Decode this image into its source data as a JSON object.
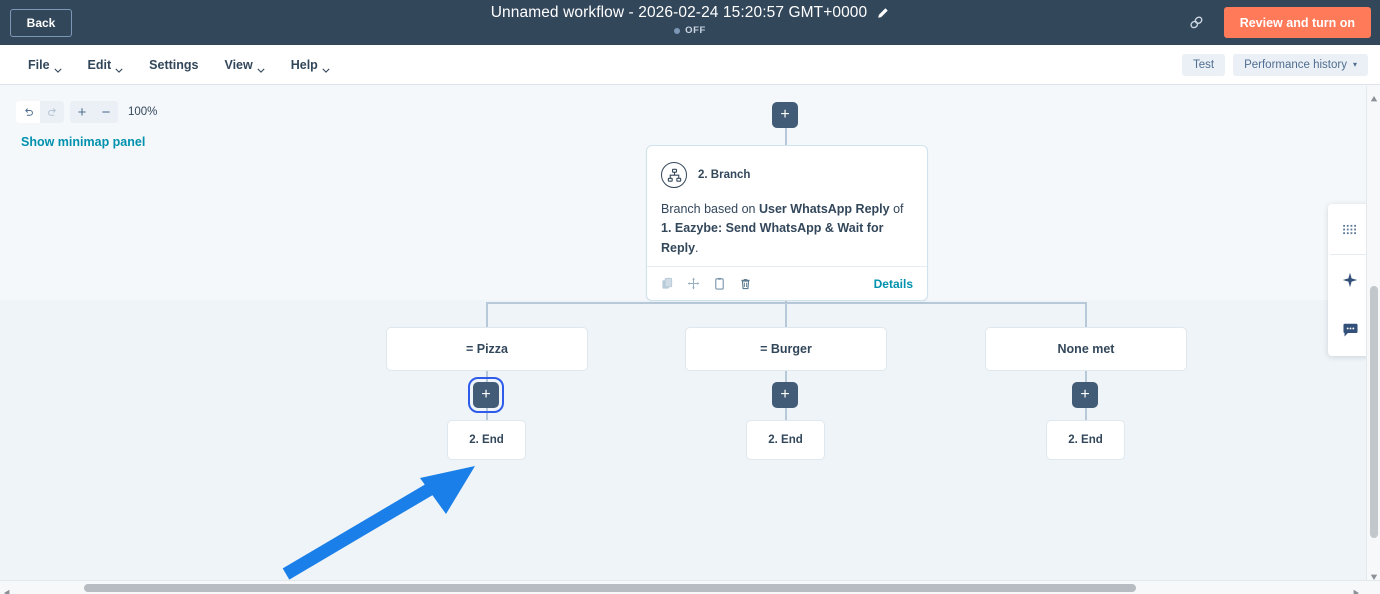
{
  "topbar": {
    "back_label": "Back",
    "workflow_title": "Unnamed workflow - 2026-02-24 15:20:57 GMT+0000",
    "status_label": "OFF",
    "review_label": "Review and turn on",
    "link_icon": "link-icon",
    "pencil_icon": "pencil-icon"
  },
  "menubar": {
    "items": [
      {
        "label": "File",
        "caret": true
      },
      {
        "label": "Edit",
        "caret": true
      },
      {
        "label": "Settings",
        "caret": false
      },
      {
        "label": "View",
        "caret": true
      },
      {
        "label": "Help",
        "caret": true
      }
    ],
    "test_label": "Test",
    "performance_label": "Performance history",
    "performance_caret": "▾"
  },
  "canvas_toolbar": {
    "undo_icon": "undo-icon",
    "redo_icon": "redo-icon",
    "zoom_in_label": "+",
    "zoom_out_label": "−",
    "zoom_level": "100%",
    "minimap_link": "Show minimap panel"
  },
  "flow": {
    "top_plus_label": "+",
    "branch_card": {
      "icon": "branch-hierarchy-icon",
      "title": "2. Branch",
      "description_prefix": "Branch based on ",
      "description_bold_1": "User WhatsApp Reply",
      "description_mid": " of ",
      "description_bold_2": "1. Eazybe: Send WhatsApp & Wait for Reply",
      "description_suffix": ".",
      "footer_icons": [
        "copy-icon",
        "move-icon",
        "clipboard-icon",
        "trash-icon"
      ],
      "details_label": "Details"
    },
    "branches": [
      {
        "label": "= Pizza",
        "plus_label": "+",
        "plus_focused": true,
        "end_label": "2. End"
      },
      {
        "label": "= Burger",
        "plus_label": "+",
        "plus_focused": false,
        "end_label": "2. End"
      },
      {
        "label": "None met",
        "plus_label": "+",
        "plus_focused": false,
        "end_label": "2. End"
      }
    ]
  },
  "right_panel": {
    "buttons": [
      {
        "icon": "grid-dots-icon"
      },
      {
        "icon": "sparkle-ai-icon"
      },
      {
        "icon": "chat-bubble-icon"
      }
    ]
  },
  "annotation": {
    "type": "pointer-arrow",
    "color": "#1a7fe8",
    "points_to": "pizza-branch-add-step-button"
  },
  "colors": {
    "topbar_bg": "#33475b",
    "accent_orange": "#ff7a59",
    "link_teal": "#0091ae",
    "node_slate": "#425b76",
    "canvas_bg": "#f5f8fa",
    "connector": "#b7c9d8",
    "focus_ring": "#2f5bea"
  }
}
